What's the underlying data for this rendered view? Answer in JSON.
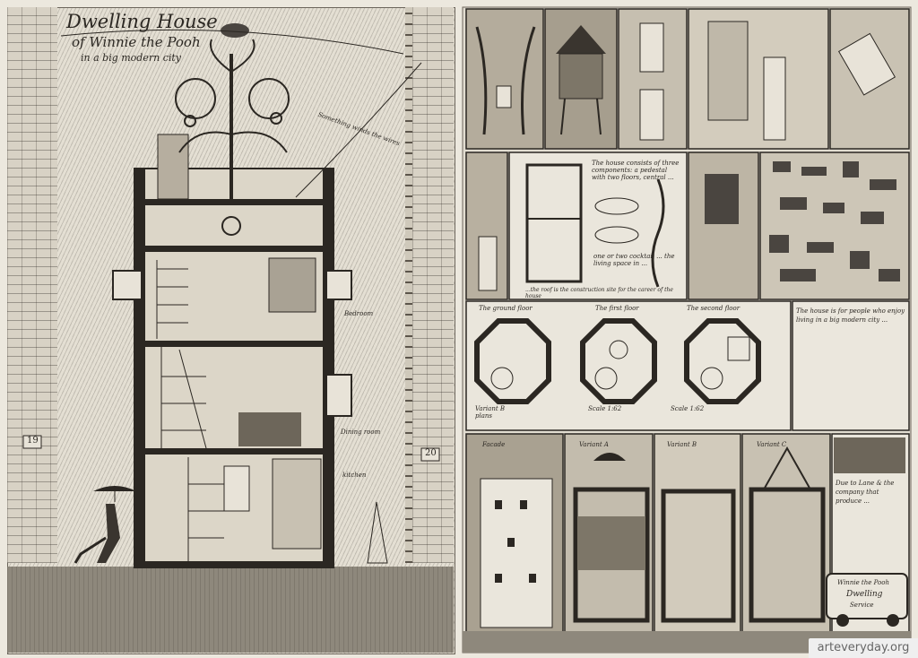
{
  "title": {
    "line1": "Dwelling House",
    "line2": "of Winnie the Pooh",
    "line3": "in a big modern city"
  },
  "annotations": {
    "wire_note": "Something winds the wires",
    "bedroom": "Bedroom",
    "dining_room": "Dining room",
    "kitchen": "kitchen",
    "facade": "Facade",
    "ground_floor": "The ground floor",
    "first_floor": "The first floor",
    "second_floor": "The second floor",
    "variant_b_plans": "Variant B plans",
    "scale_1": "Scale 1:62",
    "scale_2": "Scale 1:62",
    "variant_a": "Variant A",
    "variant_b": "Variant B",
    "variant_c": "Variant C",
    "house_number_left": "19",
    "house_number_right": "20",
    "plan_note": "The house consists of three components: a pedestal with two floors, central ...",
    "modules_note": "one or two cocktail ... the living space in ...",
    "roof_note": "...the roof is the construction site for the career of the house",
    "main_text": "The house is for people who enjoy living in a big modern city ...",
    "bottom_text": "Due to Lane & the company that produce ...",
    "sign_line1": "Winnie the Pooh",
    "sign_line2": "Dwelling",
    "sign_line3": "Service"
  },
  "watermark": "arteveryday.org",
  "colors": {
    "paper": "#ece8de",
    "ink": "#2b2722",
    "watermark_bg": "#efefef"
  }
}
